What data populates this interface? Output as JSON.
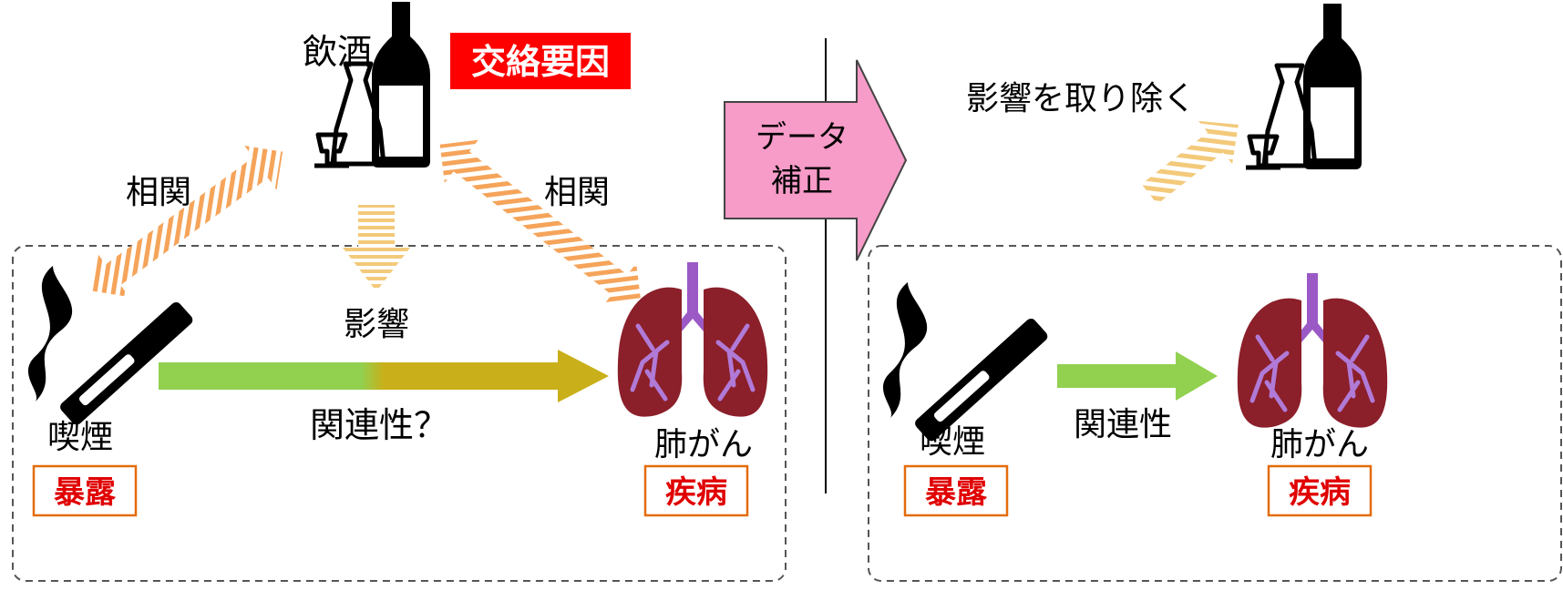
{
  "left_panel": {
    "confounder_label": "飲酒",
    "confounder_badge": "交絡要因",
    "correlation_left": "相関",
    "correlation_right": "相関",
    "influence_label": "影響",
    "exposure_label": "喫煙",
    "exposure_tag": "暴露",
    "disease_label": "肺がん",
    "disease_tag": "疾病",
    "relation_label": "関連性？"
  },
  "transition": {
    "line1": "データ",
    "line2": "補正"
  },
  "right_panel": {
    "remove_label": "影響を取り除く",
    "exposure_label": "喫煙",
    "exposure_tag": "暴露",
    "disease_label": "肺がん",
    "disease_tag": "疾病",
    "relation_label": "関連性"
  },
  "colors": {
    "badge_red": "#ff0000",
    "tag_border": "#e46c0a",
    "tag_text": "#e00000",
    "arrow_pink": "#f79bc8",
    "arrow_green": "#92d050",
    "arrow_olive": "#c9b01a",
    "hatch_orange": "#f5a45a",
    "hatch_yellow": "#f3c97a",
    "lung_red": "#8b1f2a",
    "lung_purple": "#9b59c6"
  },
  "icons": {
    "bottle": "sake-bottle-icon",
    "carafe": "carafe-icon",
    "cigarette": "cigarette-icon",
    "lungs": "lungs-icon"
  }
}
